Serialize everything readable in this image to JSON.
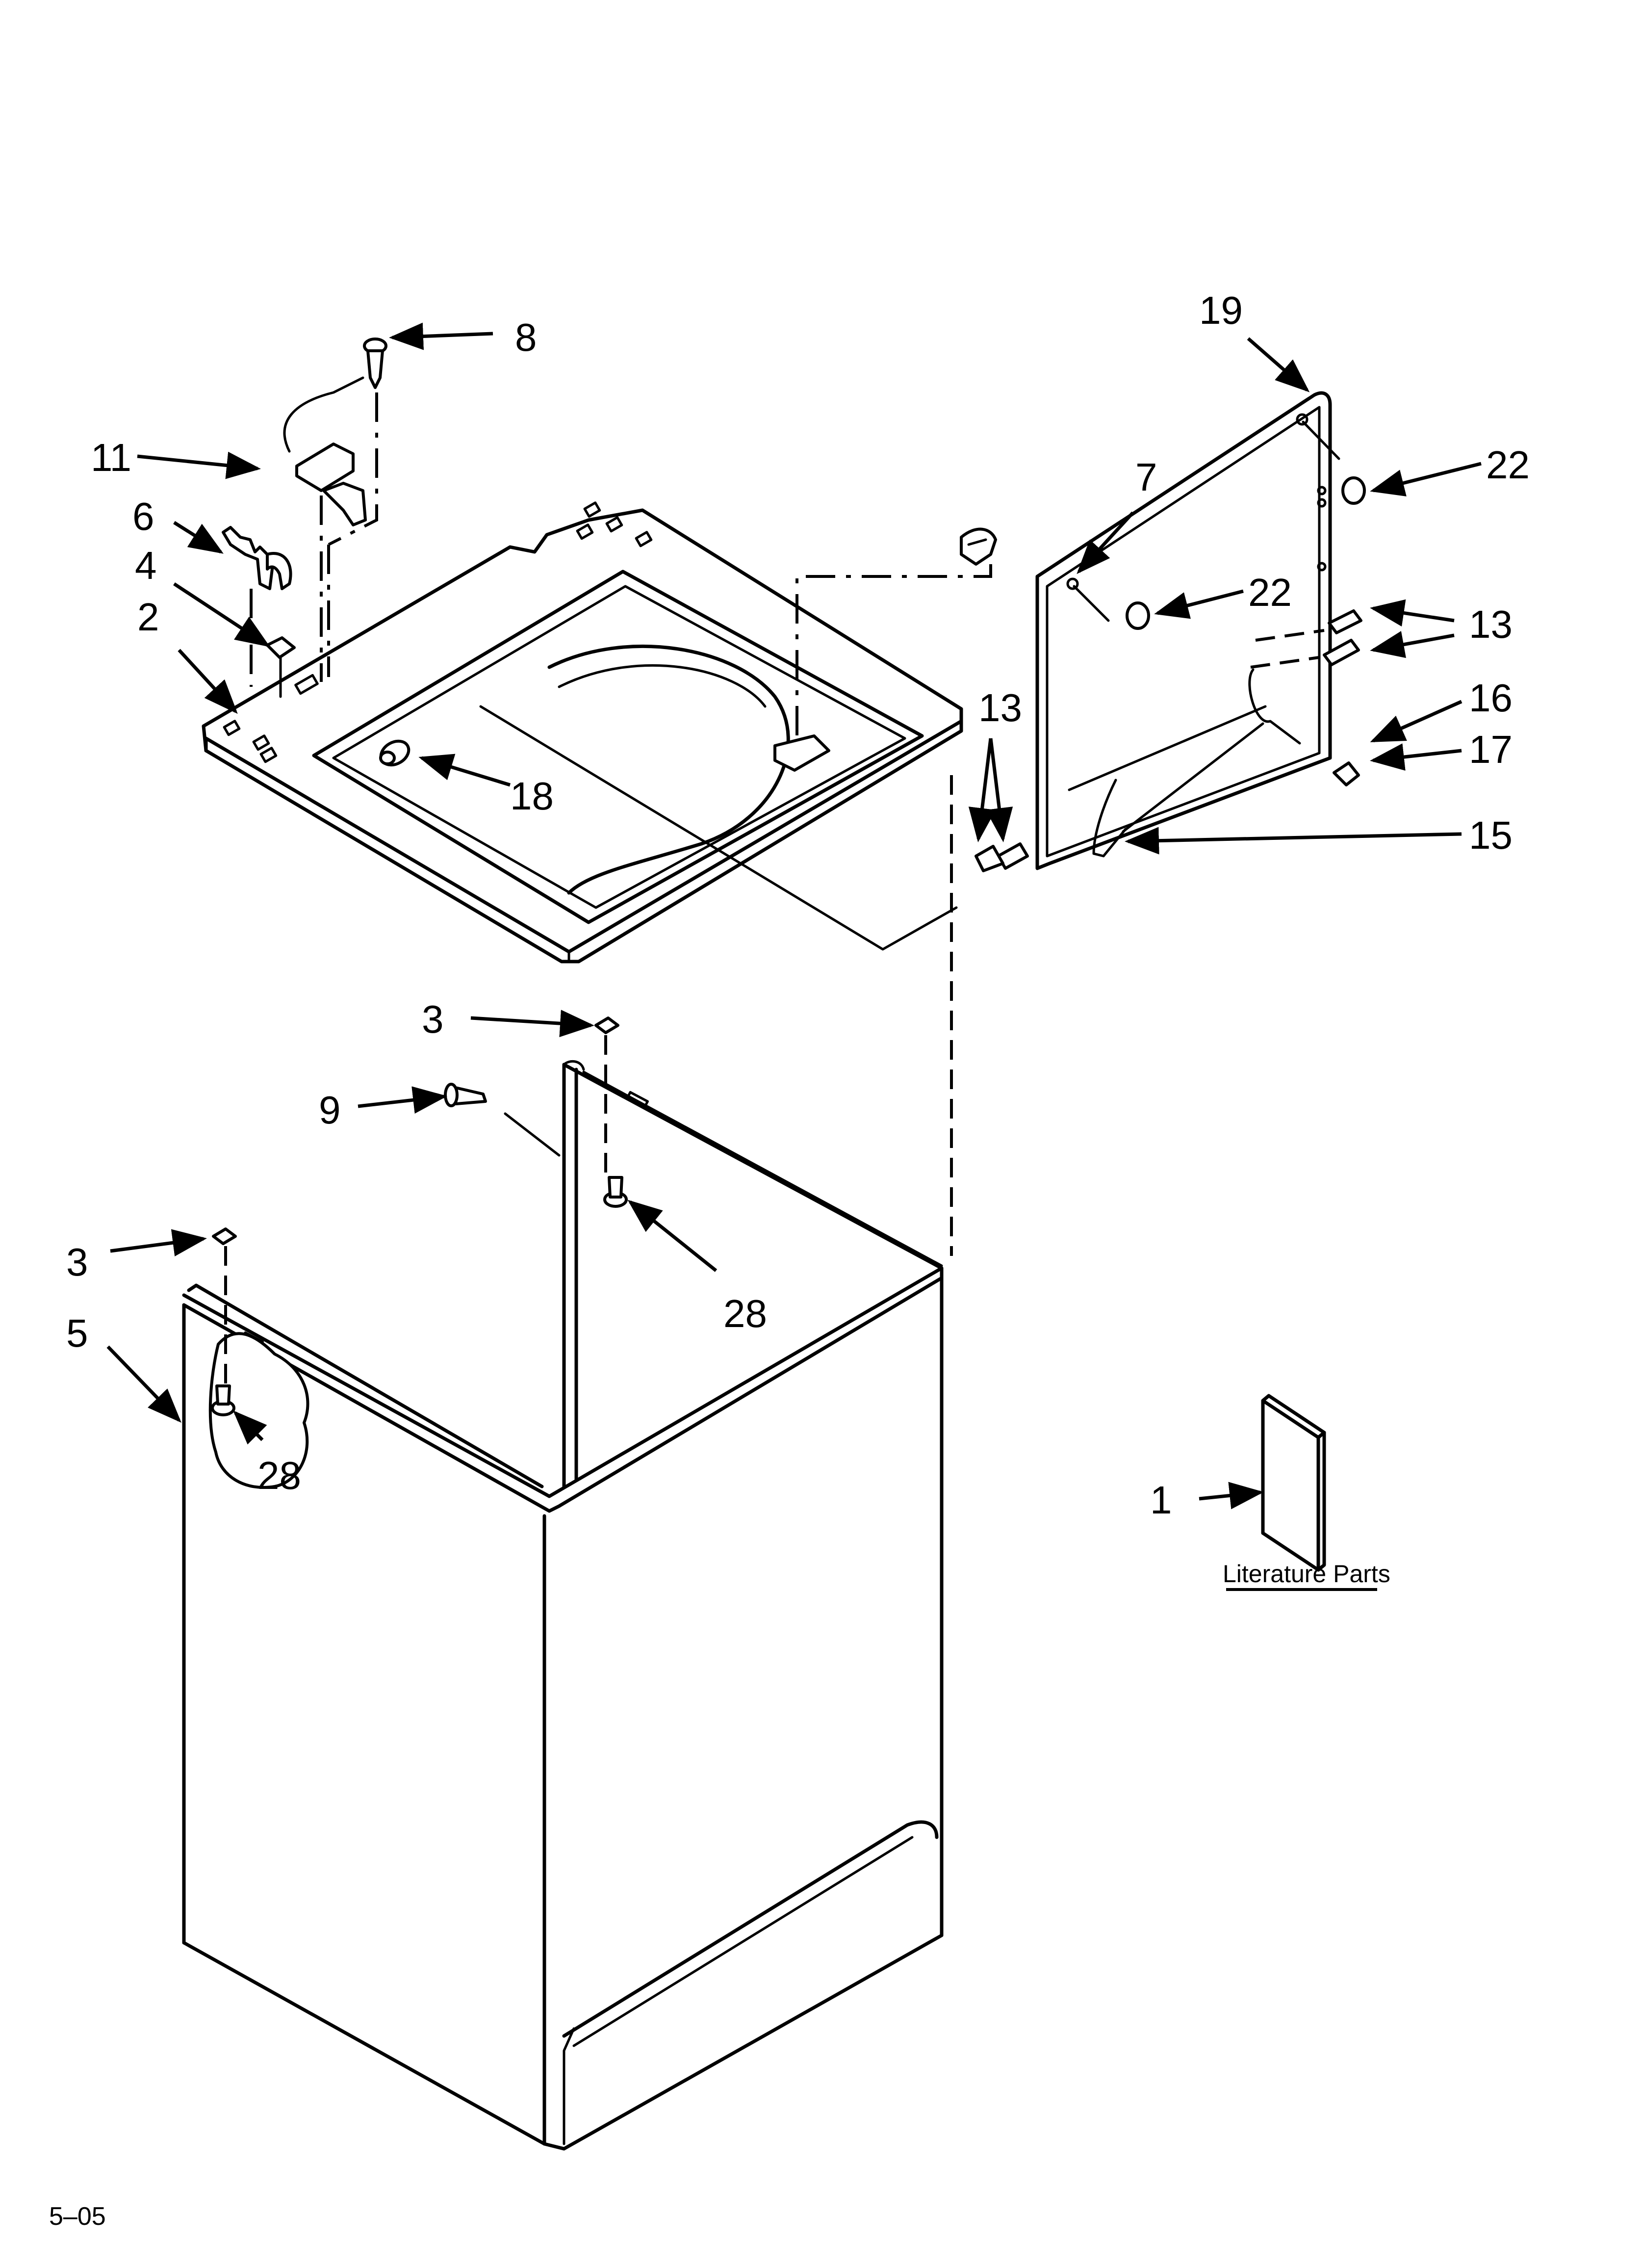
{
  "diagram": {
    "title": "Top and cabinet parts exploded view",
    "footer_code": "5–05",
    "literature_caption": "Literature Parts",
    "callouts": [
      {
        "id": "c8",
        "label": "8"
      },
      {
        "id": "c11",
        "label": "11"
      },
      {
        "id": "c6",
        "label": "6"
      },
      {
        "id": "c4",
        "label": "4"
      },
      {
        "id": "c2",
        "label": "2"
      },
      {
        "id": "c18",
        "label": "18"
      },
      {
        "id": "c7",
        "label": "7"
      },
      {
        "id": "c19",
        "label": "19"
      },
      {
        "id": "c22a",
        "label": "22"
      },
      {
        "id": "c22b",
        "label": "22"
      },
      {
        "id": "c13a",
        "label": "13"
      },
      {
        "id": "c13b",
        "label": "13"
      },
      {
        "id": "c16",
        "label": "16"
      },
      {
        "id": "c17",
        "label": "17"
      },
      {
        "id": "c15",
        "label": "15"
      },
      {
        "id": "c3a",
        "label": "3"
      },
      {
        "id": "c9",
        "label": "9"
      },
      {
        "id": "c28a",
        "label": "28"
      },
      {
        "id": "c3b",
        "label": "3"
      },
      {
        "id": "c5",
        "label": "5"
      },
      {
        "id": "c28b",
        "label": "28"
      },
      {
        "id": "c1",
        "label": "1"
      }
    ]
  }
}
